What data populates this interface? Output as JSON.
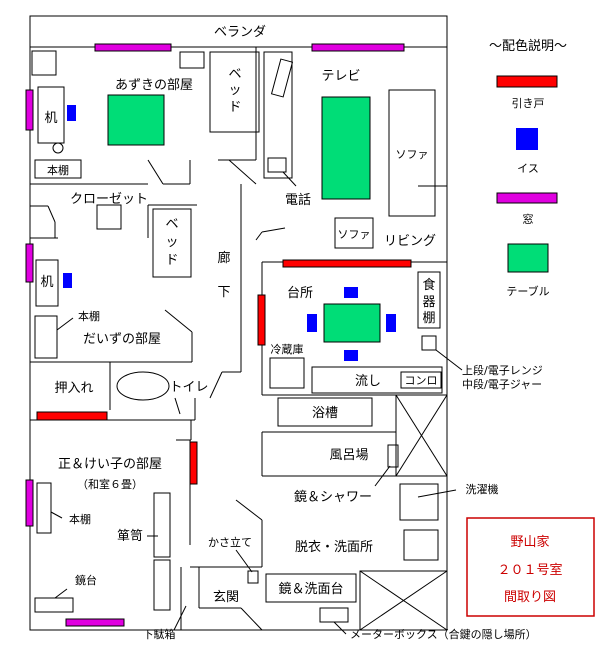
{
  "rooms": {
    "veranda": "ベランダ",
    "azuki_room": "あずきの部屋",
    "daizu_room": "だいずの部屋",
    "tadashi_keiko_room": "正＆けい子の部屋",
    "washitsu": "（和室６畳）",
    "closet": "クローゼット",
    "oshiire": "押入れ",
    "toilet": "トイレ",
    "living": "リビング",
    "kitchen": "台所",
    "bath_room": "風呂場",
    "dressing": "脱衣・洗面所",
    "entrance": "玄関",
    "corridor_1": "廊",
    "corridor_2": "下"
  },
  "furniture": {
    "desk": "机",
    "bookshelf": "本棚",
    "bed_1": "ベ",
    "bed_2": "ッ",
    "bed_3": "ド",
    "tv": "テレビ",
    "sofa": "ソファ",
    "phone": "電話",
    "cupboard_1": "食",
    "cupboard_2": "器",
    "cupboard_3": "棚",
    "fridge": "冷蔵庫",
    "sink": "流し",
    "stove": "コンロ",
    "bathtub": "浴槽",
    "mirror_shower": "鏡＆シャワー",
    "washer": "洗濯機",
    "tansu": "箪笥",
    "mirror_stand": "鏡台",
    "umbrella_stand": "かさ立て",
    "shoe_box": "下駄箱",
    "mirror_washbasin": "鏡＆洗面台",
    "meter_box": "メーターボックス（合鍵の隠し場所）",
    "kitchen_note_1": "上段/電子レンジ",
    "kitchen_note_2": "中段/電子ジャー"
  },
  "legend": {
    "title": "～配色説明～",
    "items": [
      {
        "label": "引き戸",
        "color": "#ff0000"
      },
      {
        "label": "イス",
        "color": "#0000ff"
      },
      {
        "label": "窓",
        "color": "#e000e0"
      },
      {
        "label": "テーブル",
        "color": "#00dd77"
      }
    ]
  },
  "title_box": {
    "family": "野山家",
    "room_no": "２０１号室",
    "caption": "間取り図"
  }
}
